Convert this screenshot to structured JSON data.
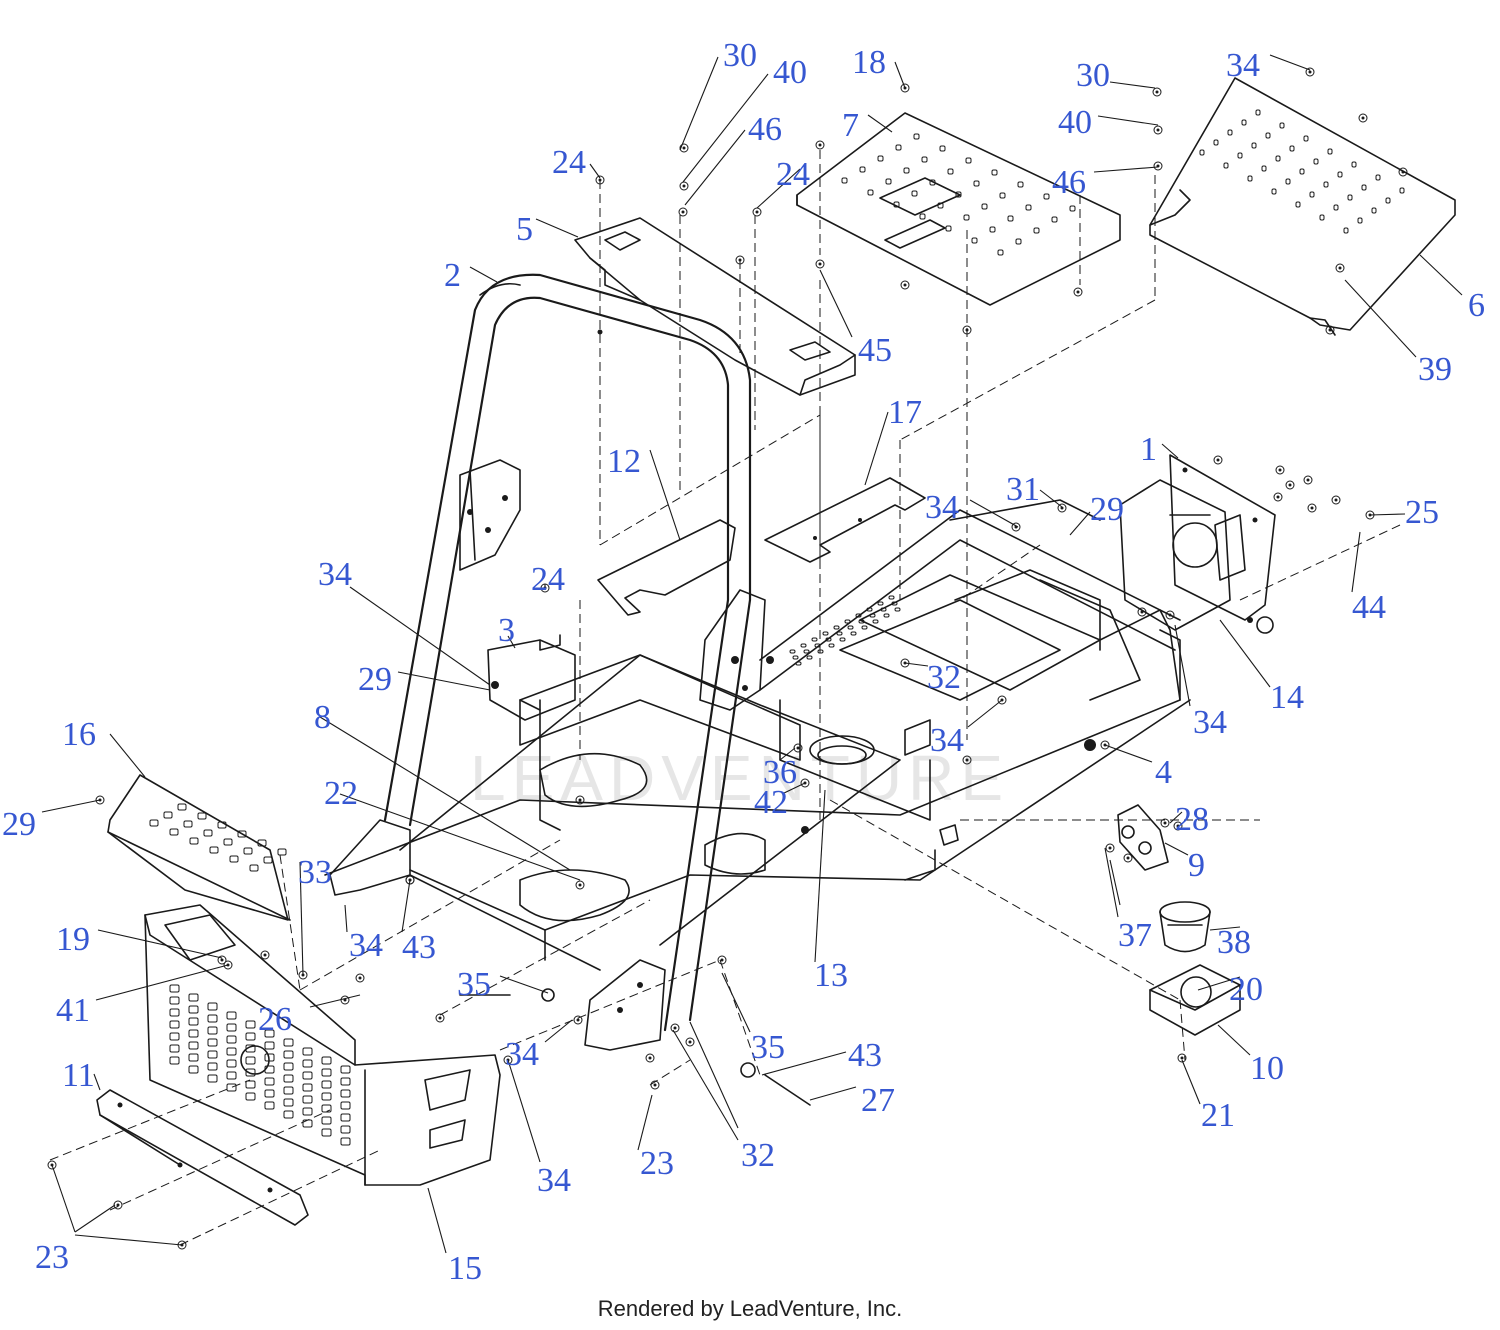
{
  "colors": {
    "callout": "#3657d1",
    "line": "#1a1a1a",
    "background": "#ffffff"
  },
  "footer": "Rendered by LeadVenture, Inc.",
  "watermark": "LEADVENTURE",
  "callouts": [
    "30",
    "40",
    "46",
    "24",
    "5",
    "2",
    "18",
    "7",
    "24",
    "30",
    "40",
    "46",
    "34",
    "6",
    "39",
    "45",
    "17",
    "12",
    "1",
    "31",
    "29",
    "34",
    "25",
    "44",
    "14",
    "34",
    "24",
    "3",
    "29",
    "34",
    "32",
    "34",
    "36",
    "42",
    "4",
    "8",
    "22",
    "16",
    "29",
    "28",
    "9",
    "33",
    "34",
    "43",
    "13",
    "37",
    "38",
    "19",
    "41",
    "20",
    "35",
    "26",
    "34",
    "35",
    "43",
    "10",
    "21",
    "27",
    "11",
    "23",
    "32",
    "34",
    "23",
    "15"
  ]
}
